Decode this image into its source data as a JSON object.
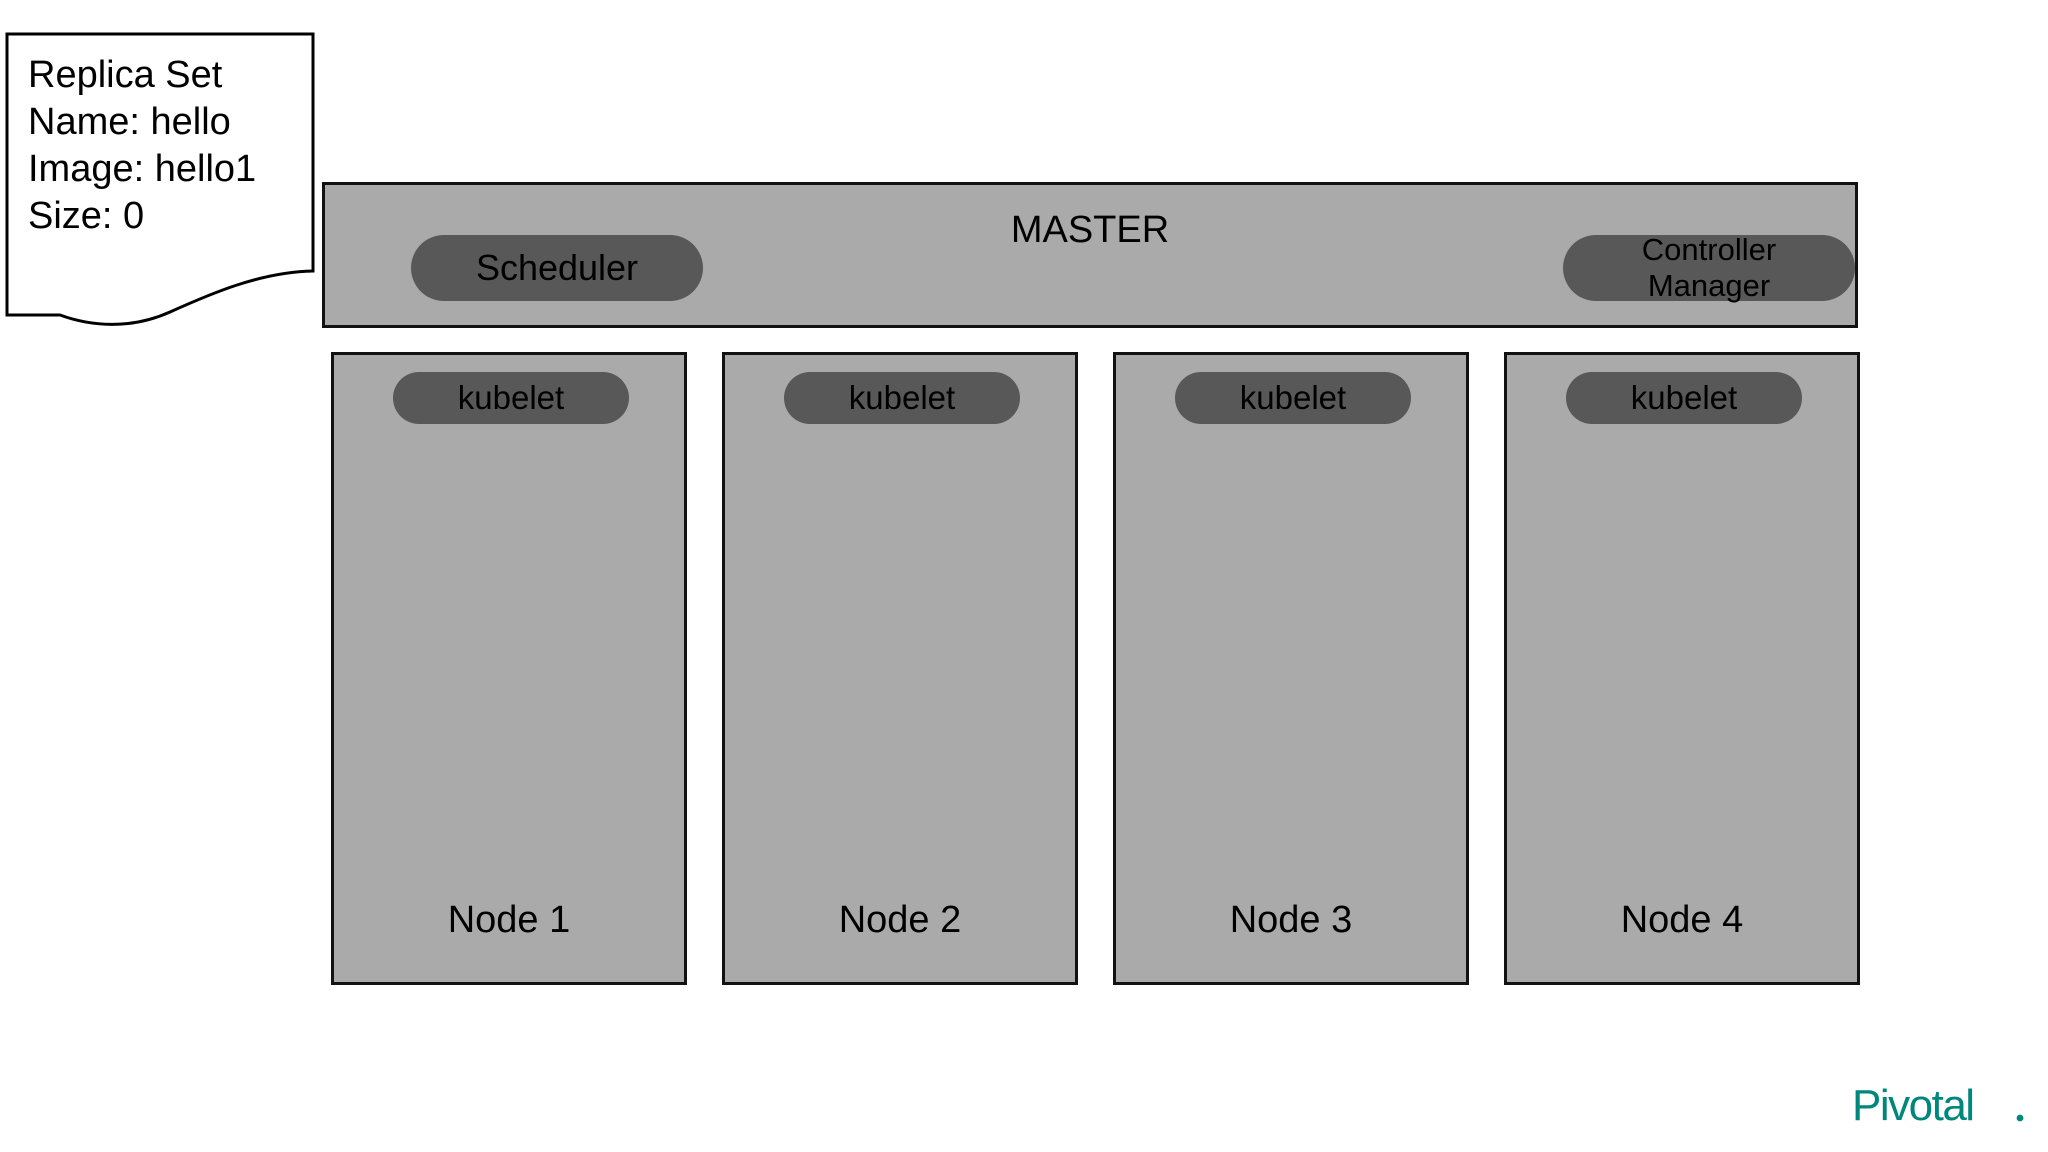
{
  "diagram": {
    "title": "Kubernetes cluster with master and four nodes",
    "background_color": "#ffffff",
    "box_fill_color": "#aaaaaa",
    "box_border_color": "#121212",
    "pill_fill_color": "#585858",
    "pill_text_color": "#000000",
    "brand_color": "#00877c"
  },
  "callout": {
    "name": "replica-set-note",
    "lines": [
      "Replica Set",
      "Name: hello",
      "Image: hello1",
      "Size: 0"
    ],
    "line_0": "Replica Set",
    "line_1": "Name: hello",
    "line_2": "Image: hello1",
    "line_3": "Size: 0",
    "fill": "#ffffff",
    "stroke": "#000000"
  },
  "master": {
    "title": "MASTER",
    "components": [
      {
        "label": "Scheduler",
        "lines": [
          "Scheduler"
        ]
      },
      {
        "label": "Controller Manager",
        "lines": [
          "Controller",
          "Manager"
        ]
      }
    ],
    "scheduler": {
      "label": "Scheduler"
    },
    "controller_manager": {
      "line_1": "Controller",
      "line_2": "Manager"
    }
  },
  "nodes": [
    {
      "label": "Node 1",
      "agent": "kubelet",
      "pods": []
    },
    {
      "label": "Node 2",
      "agent": "kubelet",
      "pods": []
    },
    {
      "label": "Node 3",
      "agent": "kubelet",
      "pods": []
    },
    {
      "label": "Node 4",
      "agent": "kubelet",
      "pods": []
    }
  ],
  "brand": {
    "name": "Pivotal",
    "wordmark": "Pivotal",
    "color": "#00877c"
  }
}
